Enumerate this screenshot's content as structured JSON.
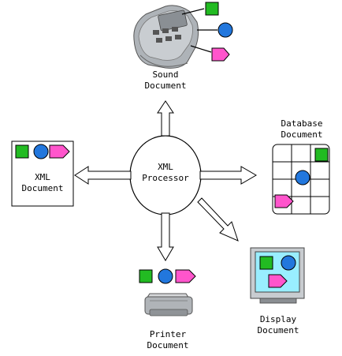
{
  "processor": {
    "line1": "XML",
    "line2": "Processor"
  },
  "sound": {
    "line1": "Sound",
    "line2": "Document"
  },
  "xml_doc": {
    "line1": "XML",
    "line2": "Document"
  },
  "database": {
    "line1": "Database",
    "line2": "Document"
  },
  "printer": {
    "line1": "Printer",
    "line2": "Document"
  },
  "display": {
    "line1": "Display",
    "line2": "Document"
  },
  "colors": {
    "square": "#22bb22",
    "circle": "#2277dd",
    "pentagon": "#ff55cc",
    "screen": "#99eeff",
    "device": "#b0b4b8"
  },
  "shape_names": [
    "green-square",
    "blue-circle",
    "pink-pentagon"
  ]
}
